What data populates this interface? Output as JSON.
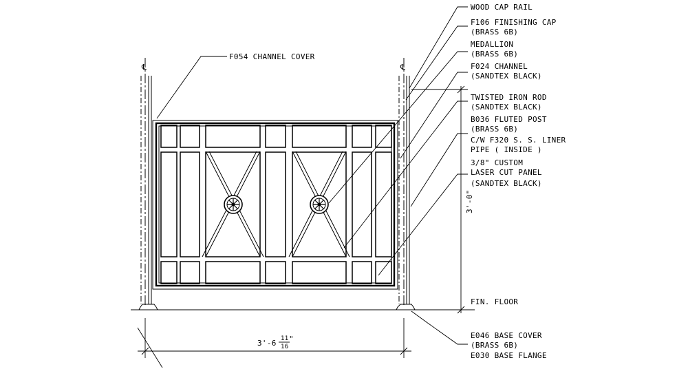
{
  "labels": {
    "channel_cover": "F054 CHANNEL COVER",
    "wood_cap_rail": "WOOD CAP RAIL",
    "finishing_cap_1": "F106 FINISHING CAP",
    "finishing_cap_2": "(BRASS 6B)",
    "medallion_1": "MEDALLION",
    "medallion_2": "(BRASS 6B)",
    "channel_1": "F024 CHANNEL",
    "channel_2": "(SANDTEX BLACK)",
    "rod_1": "TWISTED IRON ROD",
    "rod_2": "(SANDTEX BLACK)",
    "post_1": "B036 FLUTED POST",
    "post_2": "(BRASS 6B)",
    "post_3": "C/W F320 S. S. LINER",
    "post_4": "PIPE ( INSIDE )",
    "panel_1": "3/8\" CUSTOM",
    "panel_2": "LASER CUT PANEL",
    "panel_3": "(SANDTEX BLACK)",
    "height_dim": "3'-0\"",
    "fin_floor": "FIN. FLOOR",
    "base_cover_1": "E046 BASE COVER",
    "base_cover_2": "(BRASS 6B)",
    "base_flange": "E030 BASE FLANGE",
    "width_dim_main": "3'-6",
    "width_dim_num": "11",
    "width_dim_den": "16",
    "width_dim_inch": "\"",
    "centerline_left": "℄",
    "centerline_right": "℄"
  }
}
